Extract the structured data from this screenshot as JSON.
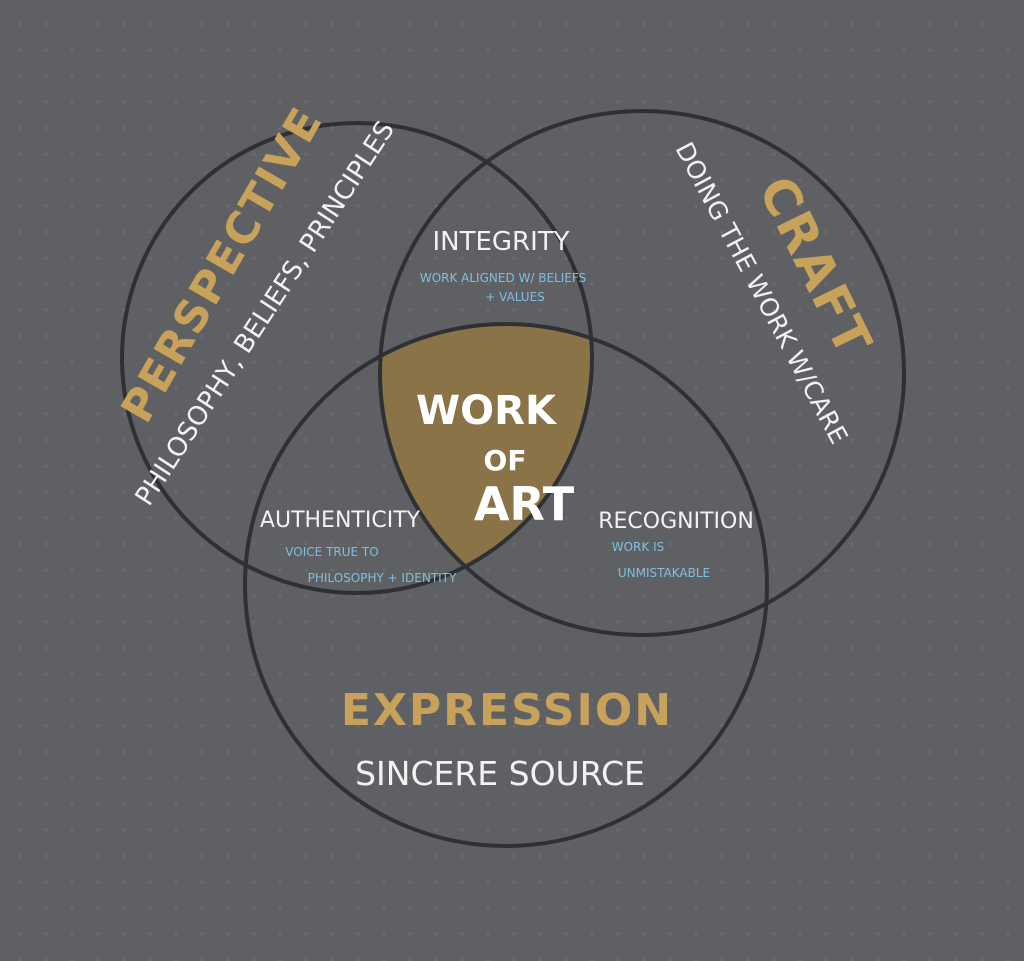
{
  "colors": {
    "background": "#5f6063",
    "circle_stroke": "#2f3033",
    "center_fill": "#8a7346",
    "gold_text": "#c8a25a",
    "white_text": "#f2f2f2",
    "blue_text": "#7fc0de"
  },
  "circles": {
    "perspective": {
      "title": "PERSPECTIVE",
      "subtitle": "PHILOSOPHY, BELIEFS, PRINCIPLES"
    },
    "craft": {
      "title": "CRAFT",
      "subtitle": "DOING THE WORK W/CARE"
    },
    "expression": {
      "title": "EXPRESSION",
      "subtitle": "SINCERE SOURCE"
    }
  },
  "intersections": {
    "integrity": {
      "title": "INTEGRITY",
      "line1": "WORK ALIGNED W/ BELIEFS",
      "line2": "+ VALUES"
    },
    "authenticity": {
      "title": "AUTHENTICITY",
      "line1": "VOICE TRUE TO",
      "line2": "PHILOSOPHY + IDENTITY"
    },
    "recognition": {
      "title": "RECOGNITION",
      "line1": "WORK IS",
      "line2": "UNMISTAKABLE"
    }
  },
  "center": {
    "line1": "WORK",
    "line2": "OF",
    "line3": "ART"
  }
}
